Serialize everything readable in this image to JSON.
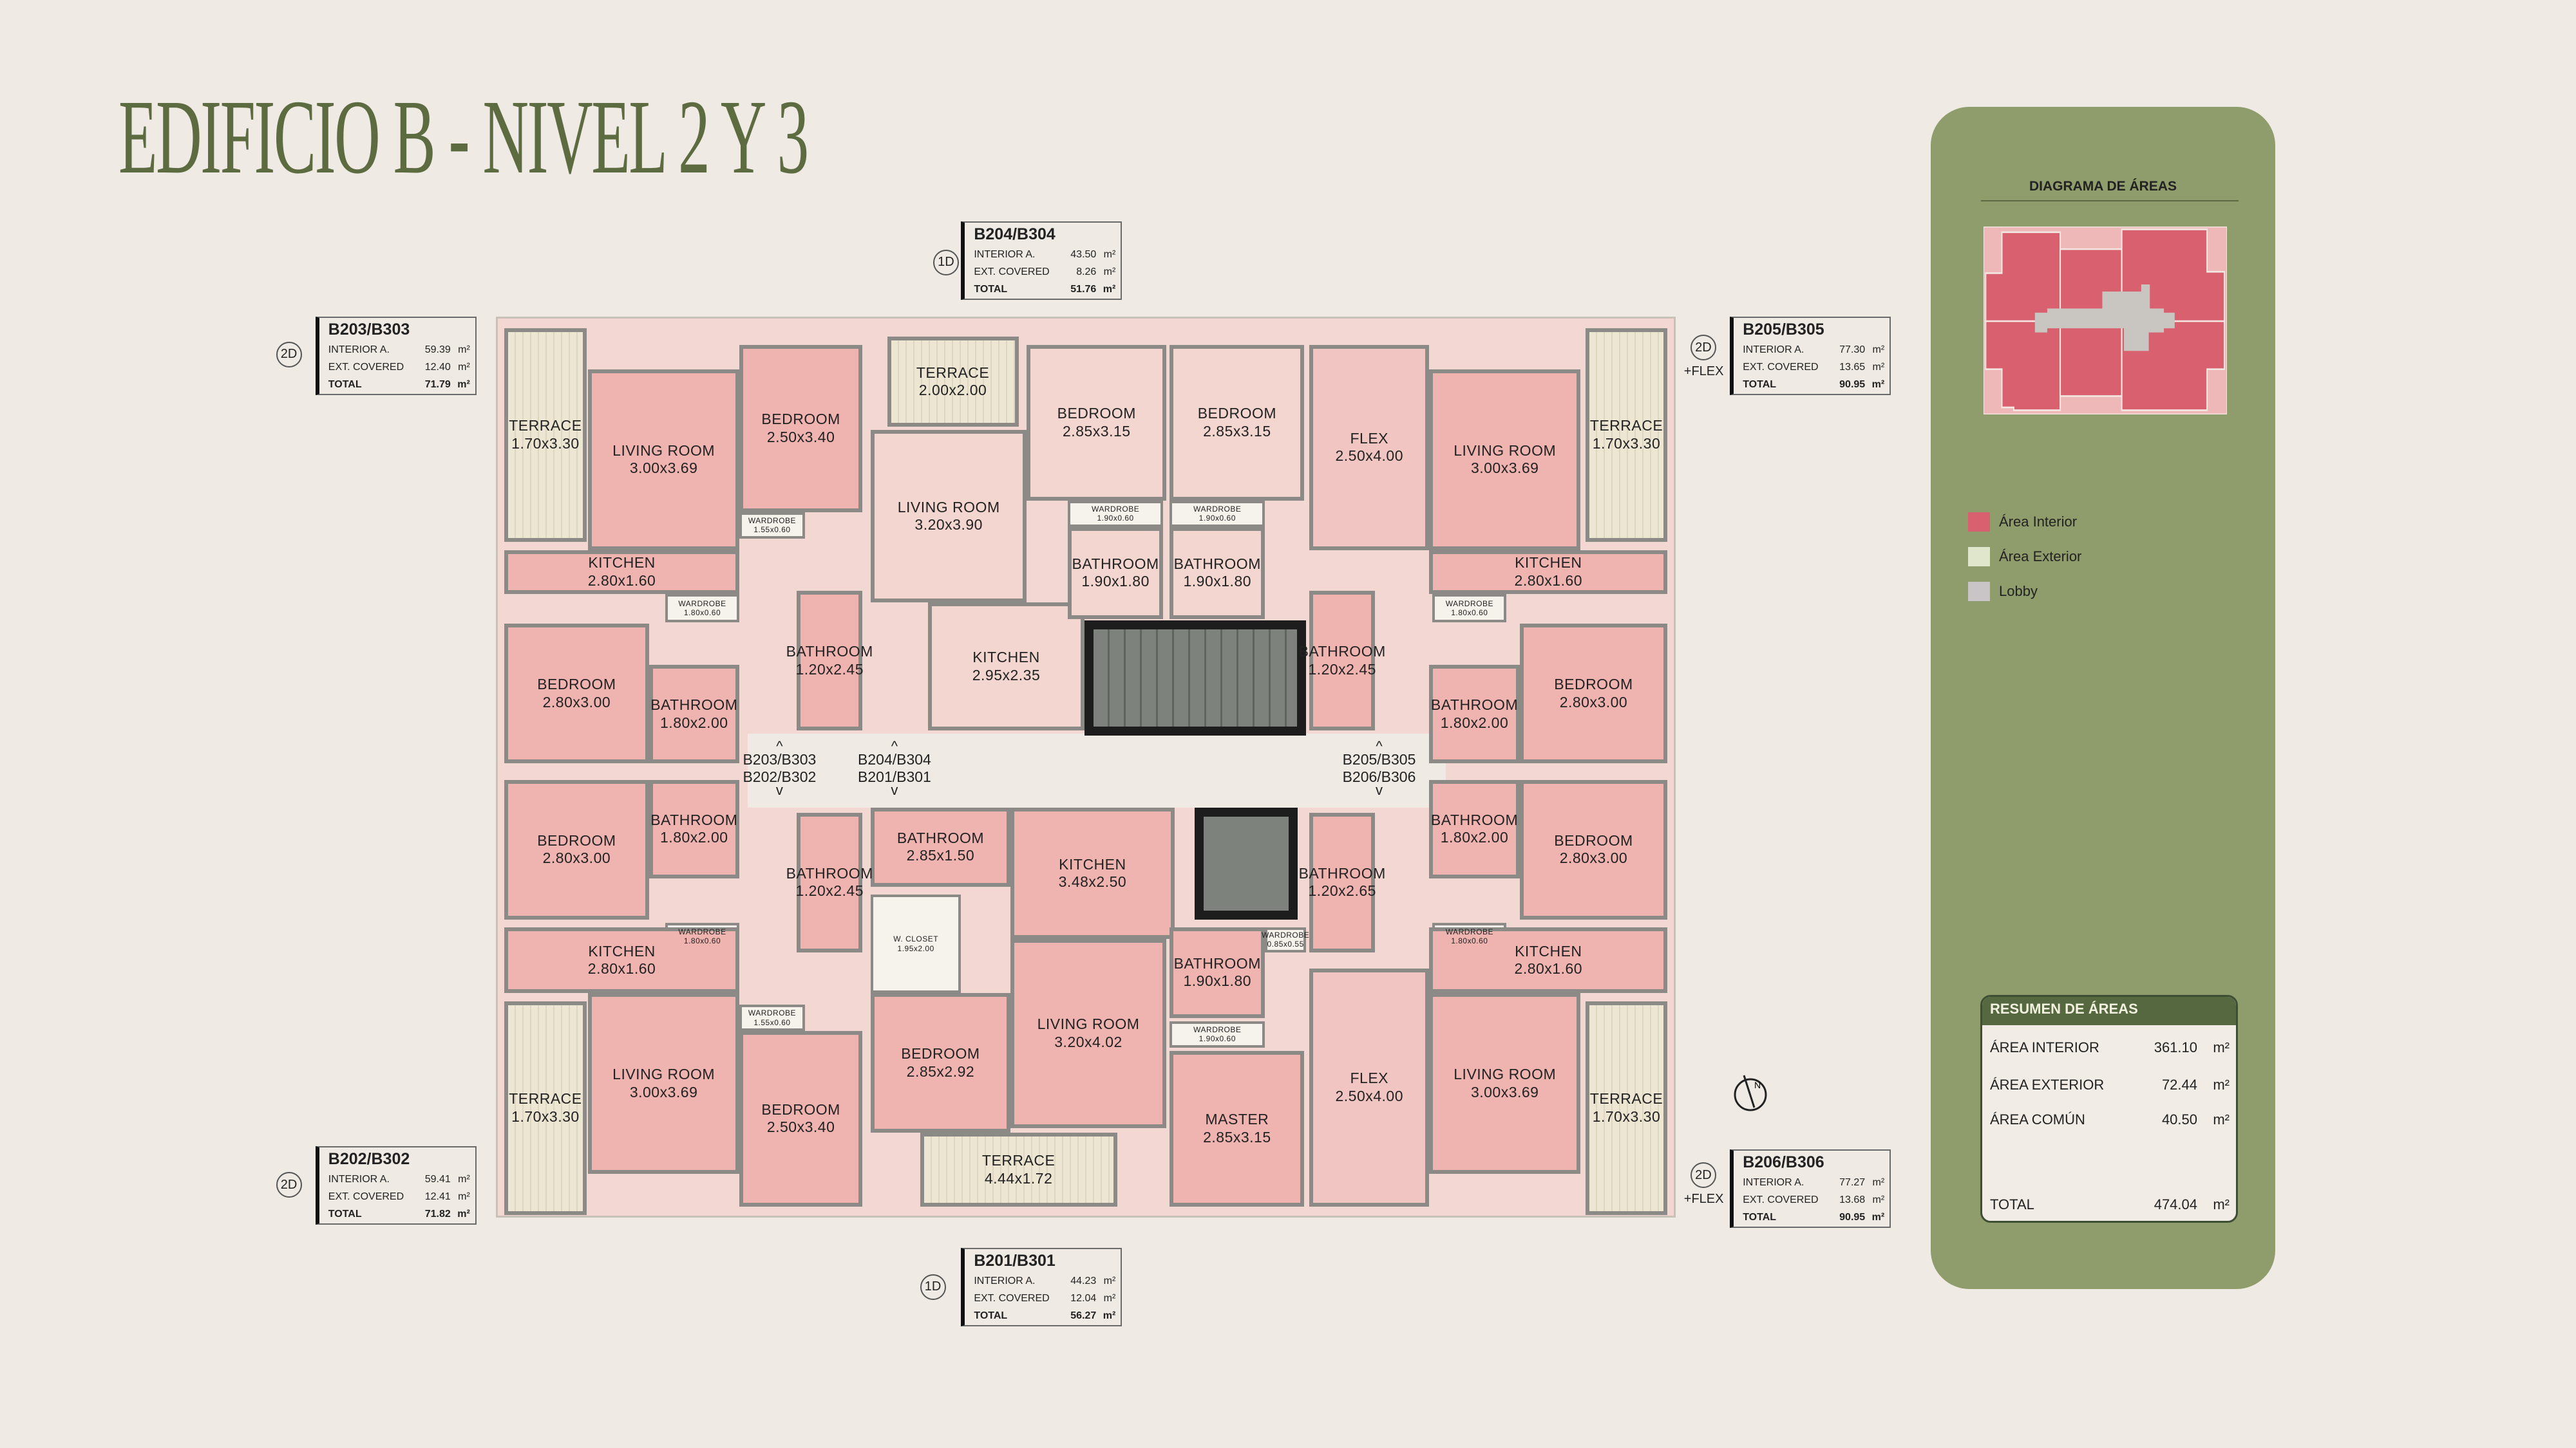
{
  "title": "EDIFICIO B - NIVEL 2 Y 3",
  "units": [
    {
      "id": "B203/B303",
      "type": "2D",
      "flex": "",
      "rows": [
        {
          "label": "INTERIOR A.",
          "value": "59.39",
          "unit": "m²"
        },
        {
          "label": "EXT. COVERED",
          "value": "12.40",
          "unit": "m²"
        },
        {
          "label": "TOTAL",
          "value": "71.79",
          "unit": "m²"
        }
      ]
    },
    {
      "id": "B204/B304",
      "type": "1D",
      "flex": "",
      "rows": [
        {
          "label": "INTERIOR A.",
          "value": "43.50",
          "unit": "m²"
        },
        {
          "label": "EXT. COVERED",
          "value": "8.26",
          "unit": "m²"
        },
        {
          "label": "TOTAL",
          "value": "51.76",
          "unit": "m²"
        }
      ]
    },
    {
      "id": "B205/B305",
      "type": "2D",
      "flex": "+FLEX",
      "rows": [
        {
          "label": "INTERIOR A.",
          "value": "77.30",
          "unit": "m²"
        },
        {
          "label": "EXT. COVERED",
          "value": "13.65",
          "unit": "m²"
        },
        {
          "label": "TOTAL",
          "value": "90.95",
          "unit": "m²"
        }
      ]
    },
    {
      "id": "B202/B302",
      "type": "2D",
      "flex": "",
      "rows": [
        {
          "label": "INTERIOR A.",
          "value": "59.41",
          "unit": "m²"
        },
        {
          "label": "EXT. COVERED",
          "value": "12.41",
          "unit": "m²"
        },
        {
          "label": "TOTAL",
          "value": "71.82",
          "unit": "m²"
        }
      ]
    },
    {
      "id": "B201/B301",
      "type": "1D",
      "flex": "",
      "rows": [
        {
          "label": "INTERIOR A.",
          "value": "44.23",
          "unit": "m²"
        },
        {
          "label": "EXT. COVERED",
          "value": "12.04",
          "unit": "m²"
        },
        {
          "label": "TOTAL",
          "value": "56.27",
          "unit": "m²"
        }
      ]
    },
    {
      "id": "B206/B306",
      "type": "2D",
      "flex": "+FLEX",
      "rows": [
        {
          "label": "INTERIOR A.",
          "value": "77.27",
          "unit": "m²"
        },
        {
          "label": "EXT. COVERED",
          "value": "13.68",
          "unit": "m²"
        },
        {
          "label": "TOTAL",
          "value": "90.95",
          "unit": "m²"
        }
      ]
    }
  ],
  "plan": {
    "rooms": [
      {
        "name": "TERRACE",
        "dims": "1.70x3.30"
      },
      {
        "name": "LIVING ROOM",
        "dims": "3.00x3.69"
      },
      {
        "name": "BEDROOM",
        "dims": "2.50x3.40"
      },
      {
        "name": "WARDROBE",
        "dims": "1.55x0.60"
      },
      {
        "name": "KITCHEN",
        "dims": "2.80x1.60"
      },
      {
        "name": "WARDROBE",
        "dims": "1.80x0.60"
      },
      {
        "name": "BEDROOM",
        "dims": "2.80x3.00"
      },
      {
        "name": "BATHROOM",
        "dims": "1.80x2.00"
      },
      {
        "name": "BATHROOM",
        "dims": "1.20x2.45"
      },
      {
        "name": "TERRACE",
        "dims": "2.00x2.00"
      },
      {
        "name": "LIVING ROOM",
        "dims": "3.20x3.90"
      },
      {
        "name": "KITCHEN",
        "dims": "2.95x2.35"
      },
      {
        "name": "BEDROOM",
        "dims": "2.85x3.15"
      },
      {
        "name": "BEDROOM",
        "dims": "2.85x3.15"
      },
      {
        "name": "WARDROBE",
        "dims": "1.90x0.60"
      },
      {
        "name": "WARDROBE",
        "dims": "1.90x0.60"
      },
      {
        "name": "BATHROOM",
        "dims": "1.90x1.80"
      },
      {
        "name": "BATHROOM",
        "dims": "1.90x1.80"
      },
      {
        "name": "FLEX",
        "dims": "2.50x4.00"
      },
      {
        "name": "LIVING ROOM",
        "dims": "3.00x3.69"
      },
      {
        "name": "TERRACE",
        "dims": "1.70x3.30"
      },
      {
        "name": "KITCHEN",
        "dims": "2.80x1.60"
      },
      {
        "name": "WARDROBE",
        "dims": "1.80x0.60"
      },
      {
        "name": "BATHROOM",
        "dims": "1.20x2.45"
      },
      {
        "name": "BATHROOM",
        "dims": "1.80x2.00"
      },
      {
        "name": "BEDROOM",
        "dims": "2.80x3.00"
      },
      {
        "name": "BEDROOM",
        "dims": "2.80x3.00"
      },
      {
        "name": "BATHROOM",
        "dims": "1.80x2.00"
      },
      {
        "name": "BATHROOM",
        "dims": "1.20x2.45"
      },
      {
        "name": "WARDROBE",
        "dims": "1.80x0.60"
      },
      {
        "name": "KITCHEN",
        "dims": "2.80x1.60"
      },
      {
        "name": "WARDROBE",
        "dims": "1.55x0.60"
      },
      {
        "name": "LIVING ROOM",
        "dims": "3.00x3.69"
      },
      {
        "name": "BEDROOM",
        "dims": "2.50x3.40"
      },
      {
        "name": "TERRACE",
        "dims": "1.70x3.30"
      },
      {
        "name": "BATHROOM",
        "dims": "2.85x1.50"
      },
      {
        "name": "W. CLOSET",
        "dims": "1.95x2.00"
      },
      {
        "name": "BEDROOM",
        "dims": "2.85x2.92"
      },
      {
        "name": "KITCHEN",
        "dims": "3.48x2.50"
      },
      {
        "name": "LIVING ROOM",
        "dims": "3.20x4.02"
      },
      {
        "name": "TERRACE",
        "dims": "4.44x1.72"
      },
      {
        "name": "BATHROOM",
        "dims": "1.90x1.80"
      },
      {
        "name": "WARDROBE",
        "dims": "0.85x0.55"
      },
      {
        "name": "WARDROBE",
        "dims": "1.90x0.60"
      },
      {
        "name": "MASTER",
        "dims": "2.85x3.15"
      },
      {
        "name": "BATHROOM",
        "dims": "1.20x2.65"
      },
      {
        "name": "BATHROOM",
        "dims": "1.80x2.00"
      },
      {
        "name": "BEDROOM",
        "dims": "2.80x3.00"
      },
      {
        "name": "WARDROBE",
        "dims": "1.80x0.60"
      },
      {
        "name": "KITCHEN",
        "dims": "2.80x1.60"
      },
      {
        "name": "FLEX",
        "dims": "2.50x4.00"
      },
      {
        "name": "LIVING ROOM",
        "dims": "3.00x3.69"
      },
      {
        "name": "TERRACE",
        "dims": "1.70x3.30"
      }
    ],
    "corridor_labels": [
      {
        "up": "B203/B303",
        "down": "B202/B302"
      },
      {
        "up": "B204/B304",
        "down": "B201/B301"
      },
      {
        "up": "B205/B305",
        "down": "B206/B306"
      }
    ],
    "compass_label": "N"
  },
  "panel": {
    "diagram_title": "DIAGRAMA DE ÁREAS",
    "legend": [
      {
        "label": "Área Interior",
        "color": "#d9606f"
      },
      {
        "label": "Área Exterior",
        "color": "#dfe6cc"
      },
      {
        "label": "Lobby",
        "color": "#c9c5c6"
      }
    ],
    "summary": {
      "title": "RESUMEN DE ÁREAS",
      "rows": [
        {
          "label": "ÁREA INTERIOR",
          "value": "361.10",
          "unit": "m²"
        },
        {
          "label": "ÁREA EXTERIOR",
          "value": "72.44",
          "unit": "m²"
        },
        {
          "label": "ÁREA COMÚN",
          "value": "40.50",
          "unit": "m²"
        }
      ],
      "total": {
        "label": "TOTAL",
        "value": "474.04",
        "unit": "m²"
      }
    }
  },
  "colors": {
    "panel": "#8f9c6b",
    "interior": "#efb3b0",
    "exterior": "#ece6d3",
    "title": "#5d6b40"
  }
}
